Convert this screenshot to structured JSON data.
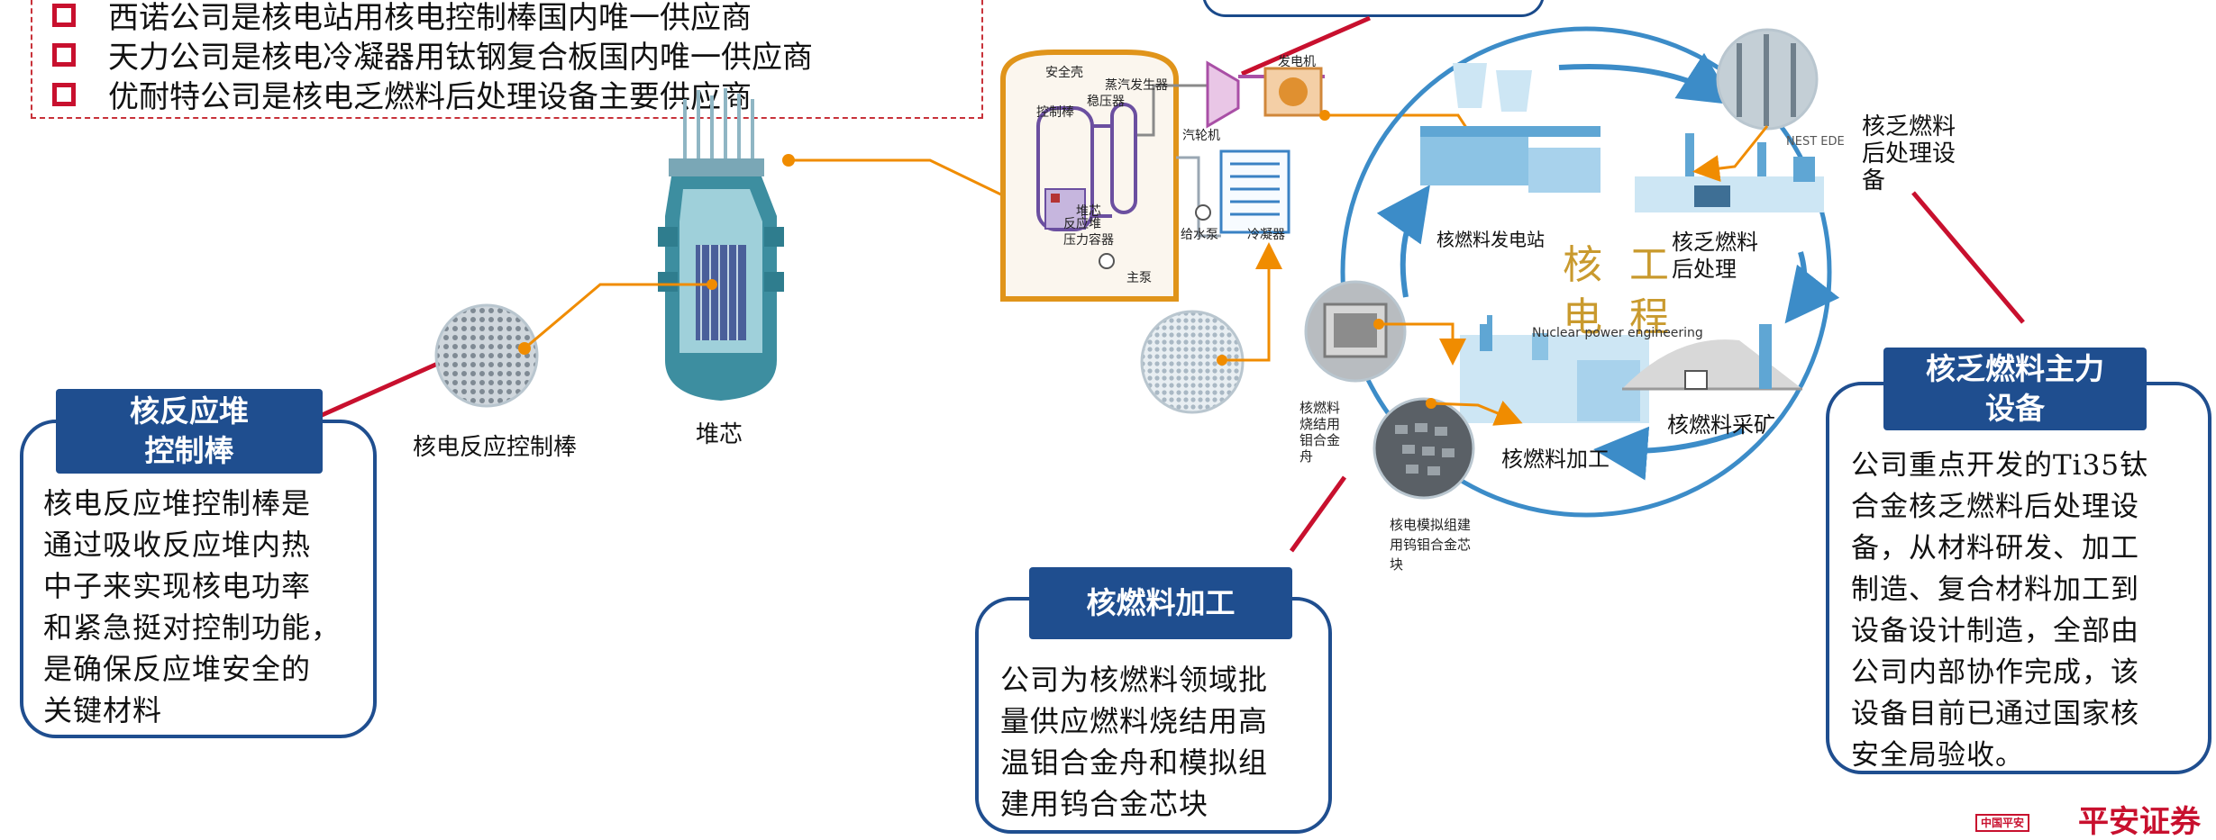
{
  "bullets": [
    "西诺公司是核电站用核电控制棒国内唯一供应商",
    "天力公司是核电冷凝器用钛钢复合板国内唯一供应商",
    "优耐特公司是核电乏燃料后处理设备主要供应商"
  ],
  "cards": {
    "control_rod": {
      "title_line1": "核反应堆",
      "title_line2": "控制棒",
      "lines": [
        "核电反应堆控制棒是",
        "通过吸收反应堆内热",
        "中子来实现核电功率",
        "和紧急挺对控制功能，",
        "是确保反应堆安全的",
        "关键材料"
      ]
    },
    "fuel_processing": {
      "title": "核燃料加工",
      "lines": [
        "公司为核燃料领域批",
        "量供应燃料烧结用高",
        "温钼合金舟和模拟组",
        "建用钨合金芯块"
      ]
    },
    "spent_fuel": {
      "title_line1": "核乏燃料主力",
      "title_line2": "设备",
      "lines": [
        "公司重点开发的Ti35钛",
        "合金核乏燃料后处理设",
        "备，从材料研发、加工",
        "制造、复合材料加工到",
        "设备设计制造，全部由",
        "公司内部协作完成，该",
        "设备目前已通过国家核",
        "安全局验收。"
      ]
    }
  },
  "labels": {
    "control_rod_label": "核电反应控制棒",
    "core_label": "堆芯",
    "spent_fuel_equipment": [
      "核乏燃料",
      "后处理设",
      "备"
    ],
    "spent_fuel_watermark": "NEST EDE",
    "nuclear_plant": "核燃料发电站",
    "spent_fuel_reprocess": [
      "核乏燃料",
      "后处理"
    ],
    "fuel_processing_label": "核燃料加工",
    "fuel_mining": "核燃料采矿",
    "sinter_boat": [
      "核燃料",
      "烧结用",
      "钼合金",
      "舟"
    ],
    "tungsten_block": [
      "核电模拟组建",
      "用钨钼合金芯",
      "块"
    ],
    "center_line1": "核 工",
    "center_line2": "电 程",
    "center_en": "Nuclear power engineering",
    "diagram": {
      "containment": "安全壳",
      "steam_gen": "蒸汽发生器",
      "pressurizer": "稳压器",
      "control_rod": "控制棒",
      "core": "堆芯",
      "vessel": [
        "反应堆",
        "压力容器"
      ],
      "turbine": "汽轮机",
      "generator": "发电机",
      "feed_pump": "给水泵",
      "condenser": "冷凝器",
      "main_pump": "主泵"
    }
  },
  "logo": {
    "box": "中国平安",
    "text": "平安证券"
  },
  "colors": {
    "navy": "#1f4e8f",
    "red": "#c8102e",
    "orange": "#f08c00",
    "cycle_blue": "#3c8cc8"
  }
}
